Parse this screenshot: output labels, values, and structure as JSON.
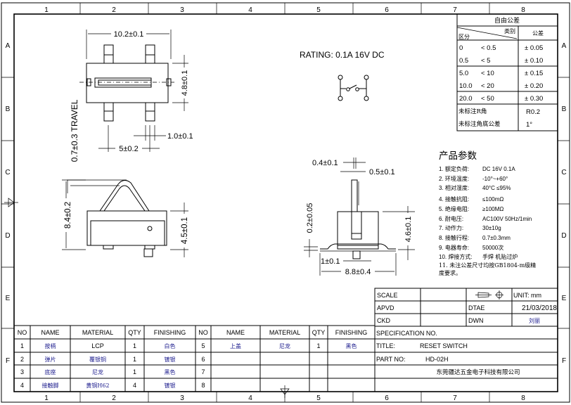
{
  "frame": {
    "columns": [
      "1",
      "2",
      "3",
      "4",
      "5",
      "6",
      "7",
      "8"
    ],
    "rows": [
      "A",
      "B",
      "C",
      "D",
      "E",
      "F"
    ]
  },
  "tolerance_table": {
    "title": "自由公差",
    "header_category": "类别",
    "header_range": "区分",
    "header_tolerance": "公差",
    "rows": [
      {
        "from": "0",
        "to": "< 0.5",
        "tol": "± 0.05"
      },
      {
        "from": "0.5",
        "to": "< 5",
        "tol": "± 0.10"
      },
      {
        "from": "5.0",
        "to": "< 10",
        "tol": "± 0.15"
      },
      {
        "from": "10.0",
        "to": "< 20",
        "tol": "± 0.20"
      },
      {
        "from": "20.0",
        "to": "< 50",
        "tol": "± 0.30"
      }
    ],
    "radius_label": "未标注R角",
    "radius_value": "R0.2",
    "angle_label": "未标注角底公差",
    "angle_value": "1°"
  },
  "rating": "RATING: 0.1A 16V  DC",
  "dimensions": {
    "width_top": "10.2±0.1",
    "height_top": "4.8±0.1",
    "pin_width": "1.0±0.1",
    "pin_pitch": "5±0.2",
    "travel": "0.7±0.3  TRAVEL",
    "total_height": "8.4±0.2",
    "body_height": "4.5±0.1",
    "lever_t1": "0.4±0.1",
    "lever_t2": "0.5±0.1",
    "terminal_t": "0.2±0.05",
    "side_height": "4.6±0.1",
    "center_pin": "1±0.1",
    "side_width": "8.8±0.4"
  },
  "params": {
    "title": "产品参数",
    "items": [
      {
        "label": "1. 额定负荷:",
        "value": "DC 16V 0.1A"
      },
      {
        "label": "2. 环境温度:",
        "value": "-10°~+60°"
      },
      {
        "label": "3. 相对湿度:",
        "value": "40°C  ≤95%"
      },
      {
        "label": "4. 接触抗阻:",
        "value": "≤100mΩ"
      },
      {
        "label": "5. 绝缘电阻:",
        "value": "≥100MΩ"
      },
      {
        "label": "6. 耐电压:",
        "value": "AC100V 50Hz/1min"
      },
      {
        "label": "7. 动作力:",
        "value": "30±10g"
      },
      {
        "label": "8. 接触行程:",
        "value": "0.7±0.3mm"
      },
      {
        "label": "9. 电器寿命:",
        "value": "50000次"
      },
      {
        "label": "10. 焊接方式:",
        "value": "手焊  机贴过炉"
      }
    ],
    "note_line1": "11. 未注公差尺寸均按GB1804-m级精",
    "note_line2": "度要求。"
  },
  "bom": {
    "headers": [
      "NO",
      "NAME",
      "MATERIAL",
      "QTY",
      "FINISHING"
    ],
    "left": [
      {
        "no": "1",
        "name": "按柄",
        "material": "LCP",
        "qty": "1",
        "finishing": "白色"
      },
      {
        "no": "2",
        "name": "弹片",
        "material": "覆银铜",
        "qty": "1",
        "finishing": "镀银"
      },
      {
        "no": "3",
        "name": "底座",
        "material": "尼龙",
        "qty": "1",
        "finishing": "黑色"
      },
      {
        "no": "4",
        "name": "接触脚",
        "material": "黄铜H62",
        "qty": "4",
        "finishing": "镀银"
      }
    ],
    "right": [
      {
        "no": "5",
        "name": "上盖",
        "material": "尼龙",
        "qty": "1",
        "finishing": "黑色"
      },
      {
        "no": "6",
        "name": "",
        "material": "",
        "qty": "",
        "finishing": ""
      },
      {
        "no": "7",
        "name": "",
        "material": "",
        "qty": "",
        "finishing": ""
      },
      {
        "no": "8",
        "name": "",
        "material": "",
        "qty": "",
        "finishing": ""
      }
    ]
  },
  "title_block": {
    "scale_label": "SCALE",
    "unit": "UNIT: mm",
    "apvd_label": "APVD",
    "date_label": "DTAE",
    "date": "21/03/2018",
    "ckd_label": "CKD",
    "dwn_label": "DWN",
    "drawn_by": "刘丽",
    "spec_label": "SPECIFICATION NO.",
    "title_label": "TITLE:",
    "title": "RESET SWITCH",
    "part_label": "PART NO:",
    "part_no": "HD-02H",
    "company": "东莞疆达五金电子科技有限公司"
  }
}
